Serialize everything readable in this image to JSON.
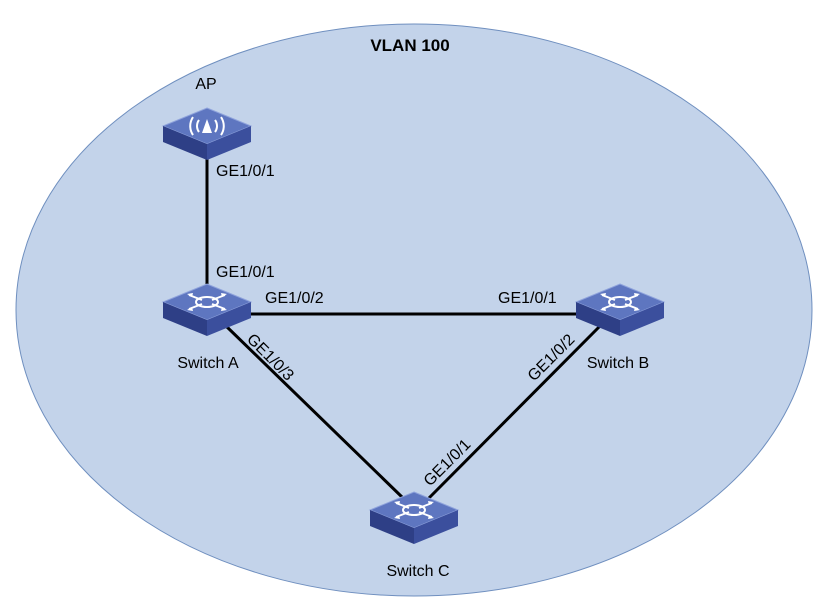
{
  "vlan": {
    "label": "VLAN 100"
  },
  "devices": {
    "ap": {
      "label": "AP",
      "icon": "wireless-ap-icon"
    },
    "switch_a": {
      "label": "Switch A",
      "icon": "switch-icon"
    },
    "switch_b": {
      "label": "Switch B",
      "icon": "switch-icon"
    },
    "switch_c": {
      "label": "Switch C",
      "icon": "switch-icon"
    }
  },
  "links": {
    "ap_a": {
      "from_port": "GE1/0/1",
      "to_port": "GE1/0/1"
    },
    "a_b": {
      "from_port": "GE1/0/2",
      "to_port": "GE1/0/1"
    },
    "a_c": {
      "from_port": "GE1/0/3",
      "to_port": "GE1/0/1"
    },
    "b_c": {
      "from_port": "GE1/0/2"
    }
  },
  "colors": {
    "vlan_fill": "#c3d3ea",
    "vlan_stroke": "#6f8fbf",
    "device_top": "#5e76c0",
    "device_side": "#2e3f86",
    "device_front": "#3b4f9d",
    "link": "#000000"
  }
}
